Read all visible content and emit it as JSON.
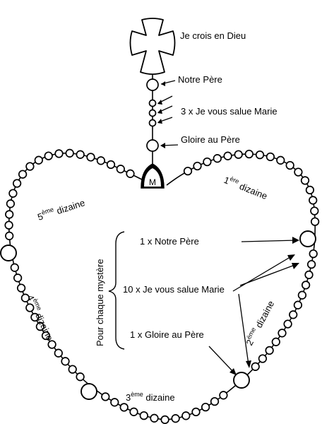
{
  "labels": {
    "credo": "Je crois en Dieu",
    "pater": "Notre Père",
    "three_ave": "3 x Je vous salue Marie",
    "gloria": "Gloire au Père",
    "decade_1": {
      "num": "1",
      "sup": "ère",
      "word": " dizaine"
    },
    "decade_2": {
      "num": "2",
      "sup": "ème",
      "word": " dizaine"
    },
    "decade_3": {
      "num": "3",
      "sup": "ème",
      "word": " dizaine"
    },
    "decade_4": {
      "num": "4",
      "sup": "ème",
      "word": " dizaine"
    },
    "decade_5": {
      "num": "5",
      "sup": "ème",
      "word": " dizaine"
    },
    "each_mystery": "Pour chaque mystère",
    "one_pater": "1 x Notre Père",
    "ten_ave": "10 x Je vous salue Marie",
    "one_gloria": "1 x Gloire au Père"
  },
  "medal_monogram": "M"
}
